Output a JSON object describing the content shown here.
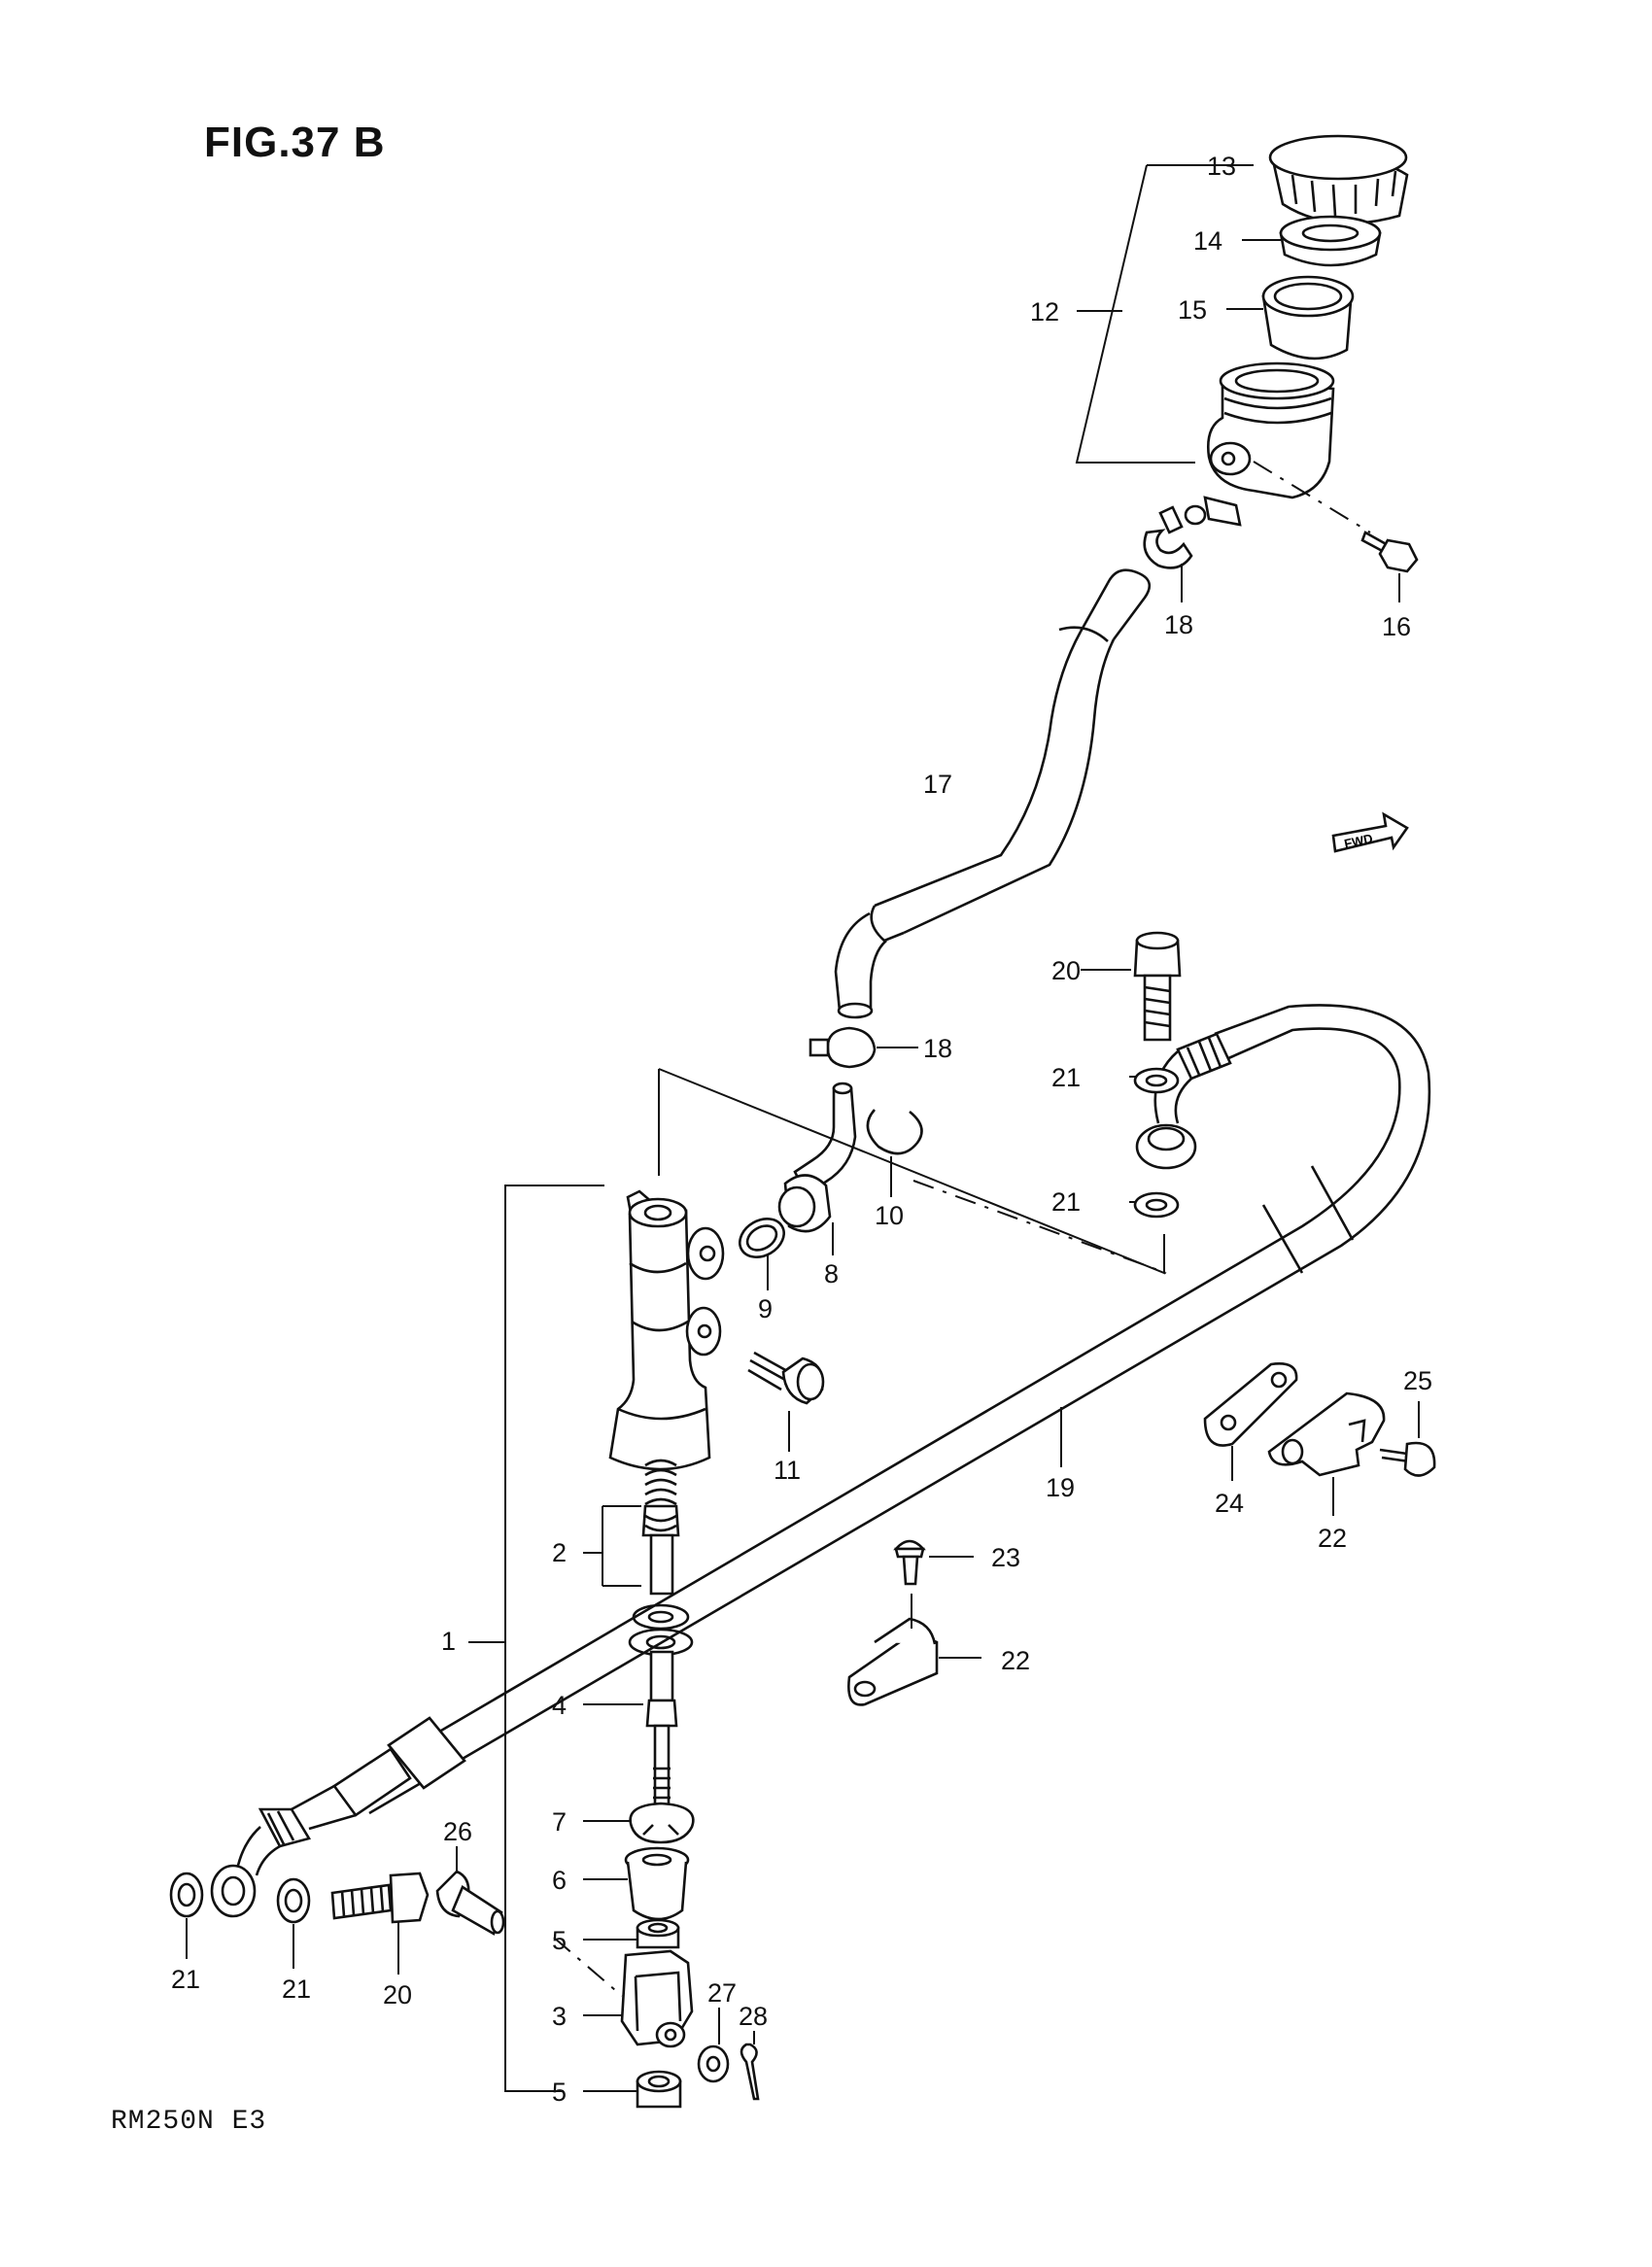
{
  "figure": {
    "title": "FIG.37 B",
    "model_code": "RM250N  E3",
    "fwd_label": "FWD"
  },
  "callouts": {
    "c1": "1",
    "c2": "2",
    "c3": "3",
    "c4": "4",
    "c5a": "5",
    "c5b": "5",
    "c6": "6",
    "c7": "7",
    "c8": "8",
    "c9": "9",
    "c10": "10",
    "c11": "11",
    "c12": "12",
    "c13": "13",
    "c14": "14",
    "c15": "15",
    "c16": "16",
    "c17": "17",
    "c18a": "18",
    "c18b": "18",
    "c19": "19",
    "c20a": "20",
    "c20b": "20",
    "c21a": "21",
    "c21b": "21",
    "c21c": "21",
    "c21d": "21",
    "c22a": "22",
    "c22b": "22",
    "c23": "23",
    "c24": "24",
    "c25": "25",
    "c26": "26",
    "c27": "27",
    "c28": "28"
  }
}
